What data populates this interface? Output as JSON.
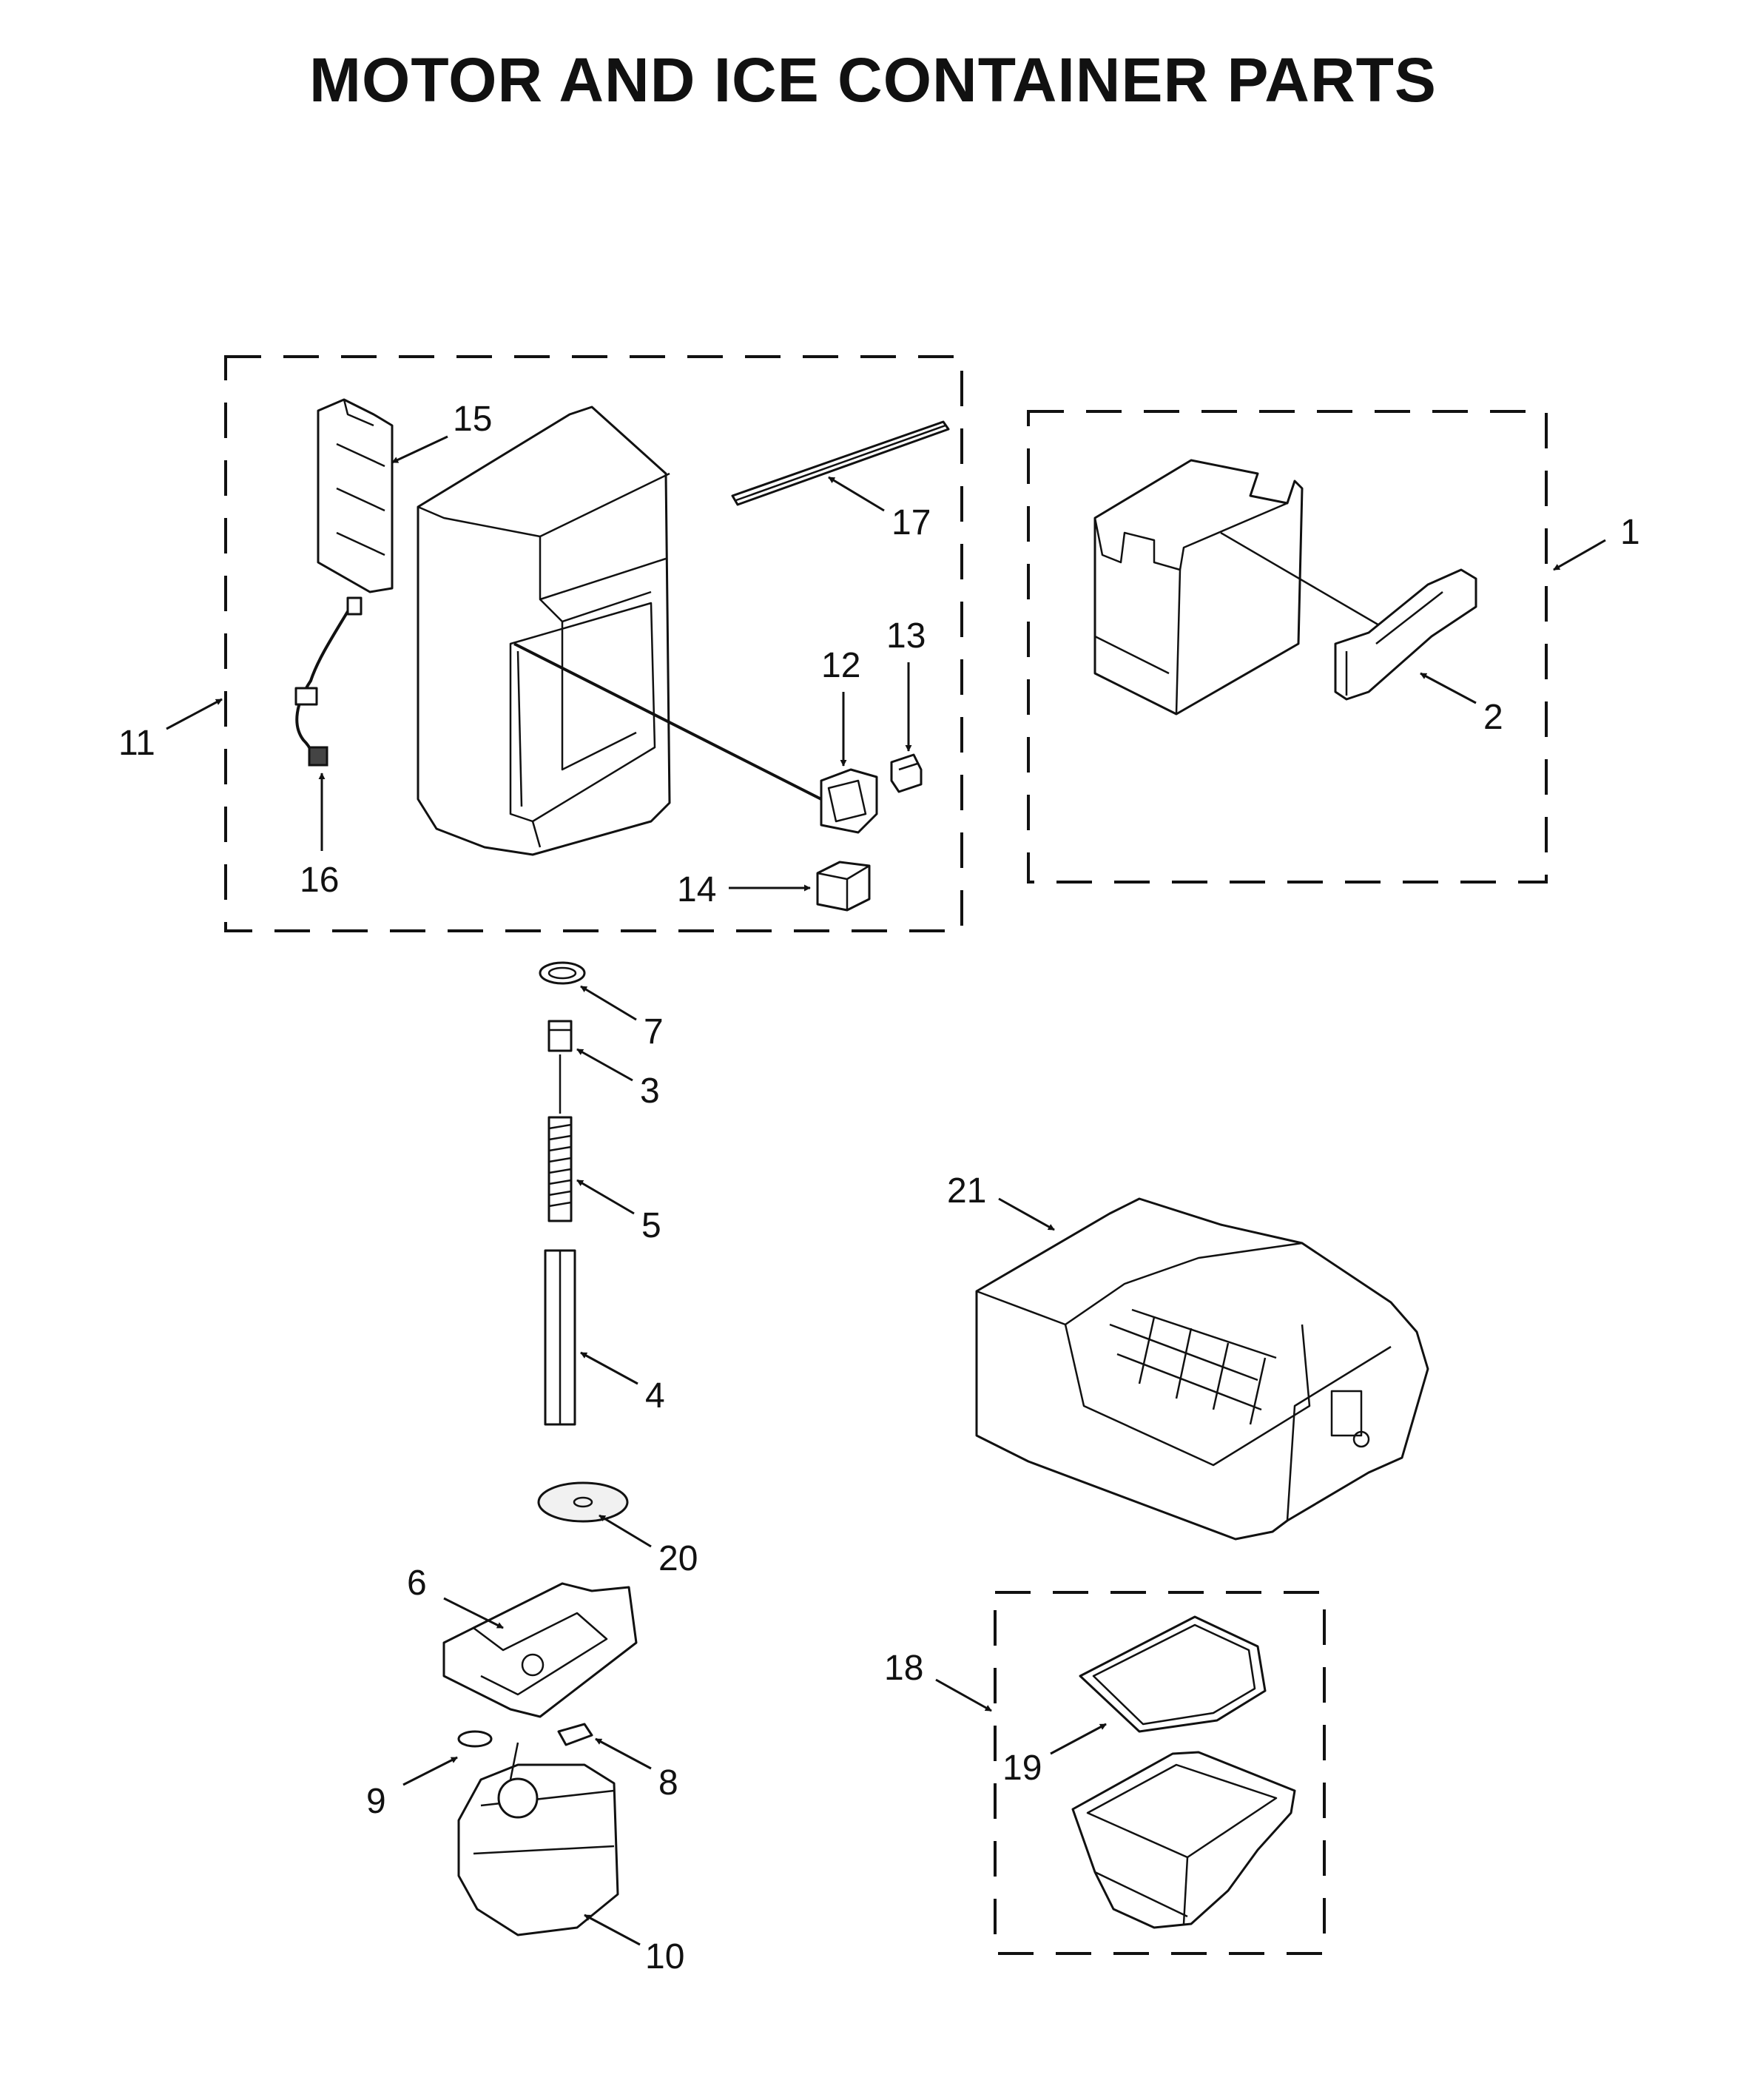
{
  "title": "MOTOR AND ICE CONTAINER PARTS",
  "callouts": [
    "1",
    "2",
    "3",
    "4",
    "5",
    "6",
    "7",
    "8",
    "9",
    "10",
    "11",
    "12",
    "13",
    "14",
    "15",
    "16",
    "17",
    "18",
    "19",
    "20",
    "21"
  ]
}
